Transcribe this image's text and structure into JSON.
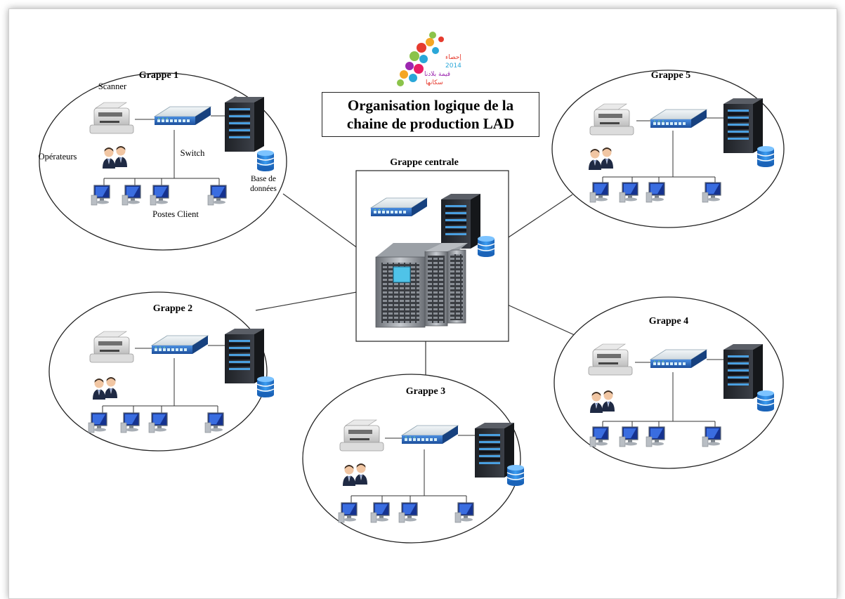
{
  "title": {
    "line1": "Organisation logique de la",
    "line2": "chaine de production LAD"
  },
  "logo": {
    "text_lines": [
      "إحصاء",
      "2014",
      "قيمة بلادنا",
      "سكانها"
    ],
    "colors": [
      "#e63b2e",
      "#f5a623",
      "#8bc34a",
      "#2aa7d8",
      "#9c27b0",
      "#e91e63"
    ]
  },
  "central": {
    "label": "Grappe centrale"
  },
  "clusters": [
    {
      "id": "grappe-1",
      "label": "Grappe 1",
      "labels": {
        "scanner": "Scanner",
        "serveur": "Serveur",
        "operateurs": "Opérateurs",
        "switch": "Switch",
        "base1": "Base de",
        "base2": "données",
        "postes": "Postes Client"
      }
    },
    {
      "id": "grappe-2",
      "label": "Grappe 2"
    },
    {
      "id": "grappe-3",
      "label": "Grappe 3"
    },
    {
      "id": "grappe-4",
      "label": "Grappe 4"
    },
    {
      "id": "grappe-5",
      "label": "Grappe 5"
    }
  ],
  "colors": {
    "switch_blue": "#2b6cc4",
    "switch_light": "#dfe8ee",
    "server_dark": "#2a2d33",
    "db_blue": "#1f7ad6",
    "pc_blue": "#2550c8",
    "line": "#333333"
  }
}
